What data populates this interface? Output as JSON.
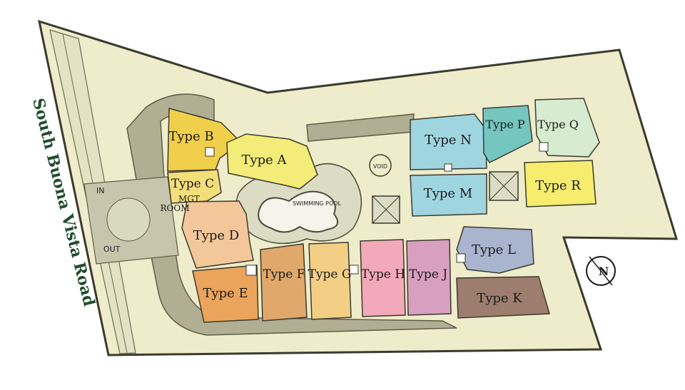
{
  "road_label": "South Buona Vista Road",
  "gate": {
    "in": "IN",
    "out": "OUT"
  },
  "mgt_room": {
    "line1": "MGT",
    "line2": "ROOM"
  },
  "swimming_pool": "SWIMMING POOL",
  "void": "VOID",
  "compass": {
    "letter": "N"
  },
  "units": {
    "A": {
      "label": "Type A",
      "color": "#f4ec78"
    },
    "B": {
      "label": "Type B",
      "color": "#f0cf4a"
    },
    "C": {
      "label": "Type C",
      "color": "#f3de7a"
    },
    "D": {
      "label": "Type D",
      "color": "#f4c79a"
    },
    "E": {
      "label": "Type E",
      "color": "#eba45c"
    },
    "F": {
      "label": "Type F",
      "color": "#e0a86a"
    },
    "G": {
      "label": "Type G",
      "color": "#f3cf86"
    },
    "H": {
      "label": "Type H",
      "color": "#f2a9b9"
    },
    "J": {
      "label": "Type J",
      "color": "#d99fc0"
    },
    "K": {
      "label": "Type K",
      "color": "#9c7d6e"
    },
    "L": {
      "label": "Type L",
      "color": "#a9b4cf"
    },
    "M": {
      "label": "Type M",
      "color": "#9fd5df"
    },
    "N": {
      "label": "Type N",
      "color": "#9fd5df"
    },
    "P": {
      "label": "Type P",
      "color": "#74c6bf"
    },
    "Q": {
      "label": "Type Q",
      "color": "#d6ebcf"
    },
    "R": {
      "label": "Type R",
      "color": "#f6ec6e"
    }
  },
  "colors": {
    "site": "#efeccb",
    "outline": "#3a3a2e",
    "driveway": "#a9a88e",
    "paving": "#dfe0c4"
  }
}
